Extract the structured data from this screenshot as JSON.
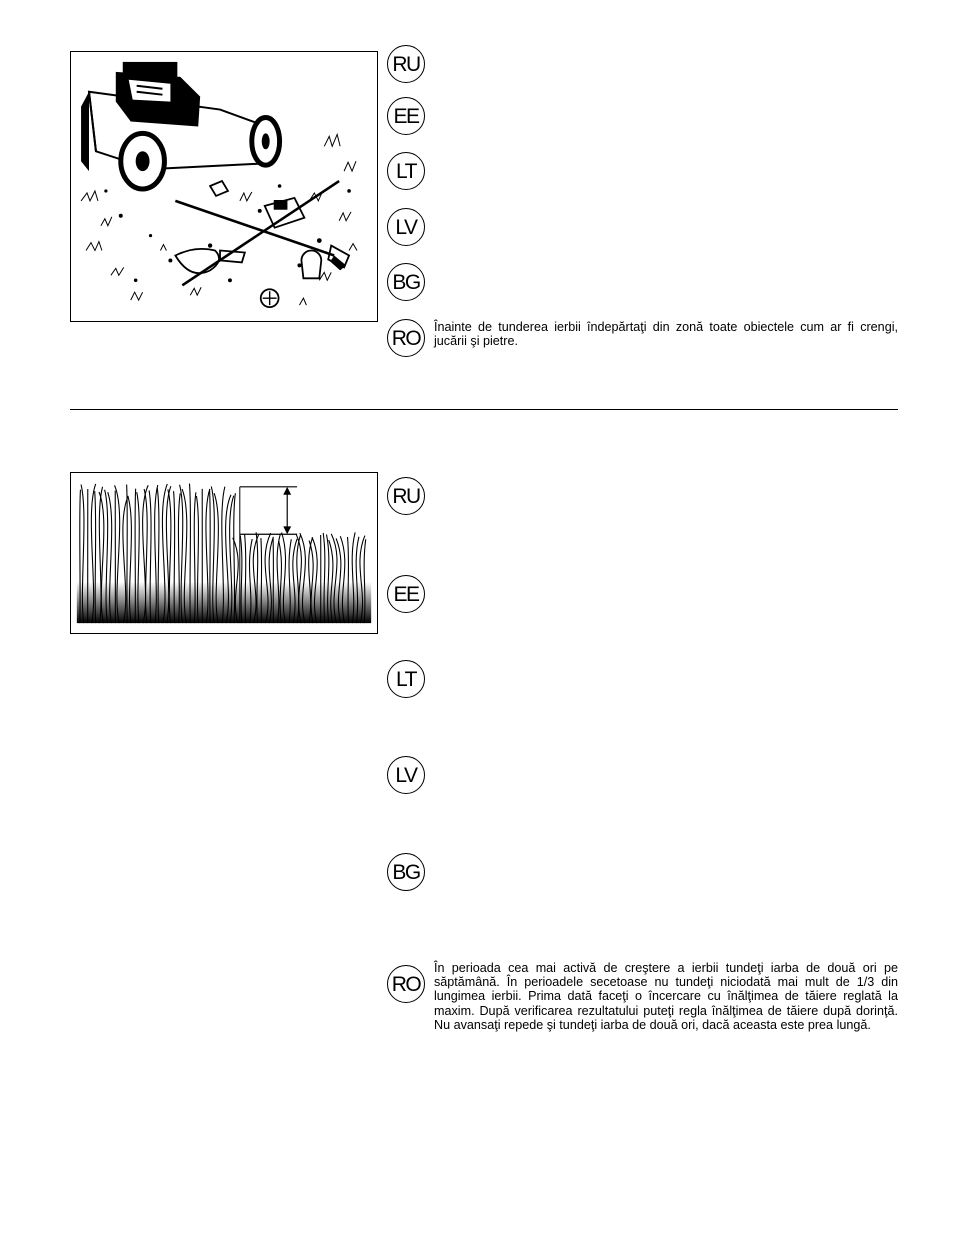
{
  "section_1": {
    "figure": "lawn-mower-debris-illustration",
    "languages": [
      {
        "code": "RU",
        "text": ""
      },
      {
        "code": "EE",
        "text": ""
      },
      {
        "code": "LT",
        "text": ""
      },
      {
        "code": "LV",
        "text": ""
      },
      {
        "code": "BG",
        "text": ""
      },
      {
        "code": "RO",
        "text": "Înainte de tunderea ierbii îndepărtaţi din zonă toate obiectele cum ar fi crengi, jucării şi pietre."
      }
    ]
  },
  "section_2": {
    "figure": "grass-cutting-height-illustration",
    "languages": [
      {
        "code": "RU",
        "text": ""
      },
      {
        "code": "EE",
        "text": ""
      },
      {
        "code": "LT",
        "text": ""
      },
      {
        "code": "LV",
        "text": ""
      },
      {
        "code": "BG",
        "text": ""
      },
      {
        "code": "RO",
        "text": "În perioada cea mai activă de creştere a ierbii tundeţi iarba de două ori pe săptămână. În perioadele secetoase nu tundeţi niciodată mai mult de 1/3 din lungimea ierbii. Prima dată faceţi o încercare cu înălţimea de tăiere reglată la maxim. După verificarea rezultatului puteţi regla înălţimea de tăiere după dorinţă. Nu avansaţi repede şi tundeţi iarba de două ori, dacă aceasta este prea lungă."
      }
    ]
  }
}
